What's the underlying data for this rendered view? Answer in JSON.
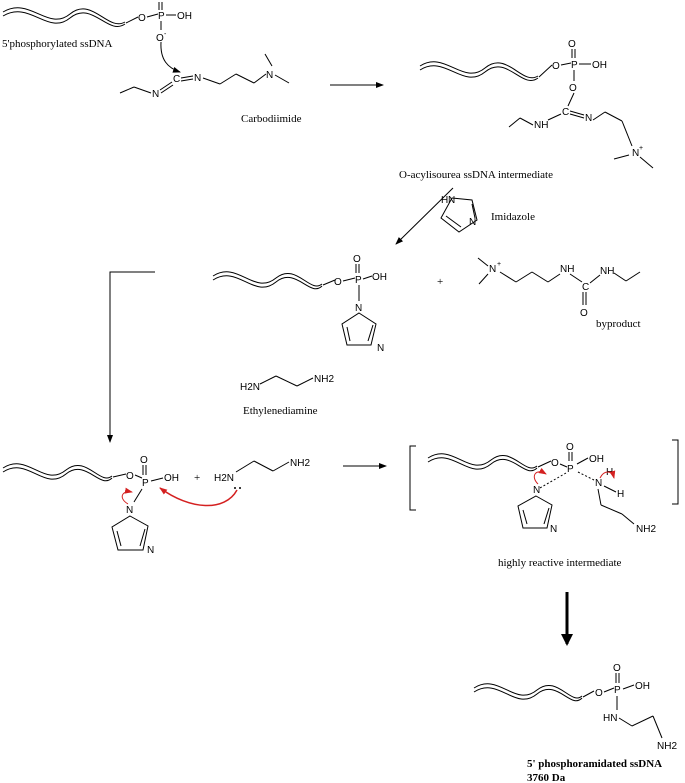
{
  "labels": {
    "phosphorylated_ssdna": "5'phosphorylated ssDNA",
    "carbodiimide": "Carbodiimide",
    "acylisourea": "O-acylisourea ssDNA intermediate",
    "imidazole": "Imidazole",
    "byproduct": "byproduct",
    "ethylenediamine": "Ethylenediamine",
    "reactive_intermediate": "highly reactive intermediate",
    "product": "5' phosphoramidated ssDNA",
    "product_mass": "3760 Da",
    "plus": "+"
  },
  "atoms": {
    "O": "O",
    "P": "P",
    "OH": "OH",
    "Ominus": "O",
    "minus": "-",
    "N": "N",
    "C": "C",
    "H": "H",
    "NH": "NH",
    "HN": "HN",
    "H2N": "H2N",
    "NH2": "NH2",
    "plus_charge": "+"
  }
}
